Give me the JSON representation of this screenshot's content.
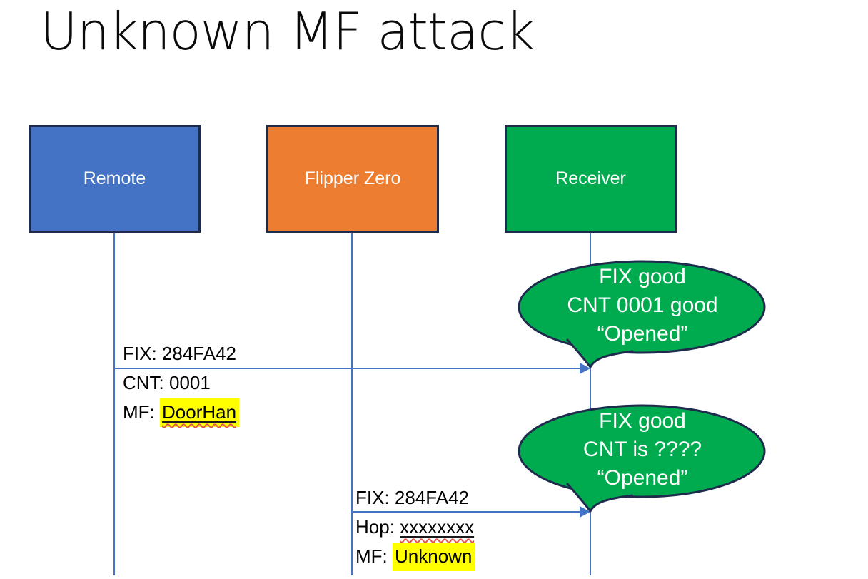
{
  "title": "Unknown MF attack",
  "actors": [
    {
      "label": "Remote",
      "fill": "#4472C4"
    },
    {
      "label": "Flipper Zero",
      "fill": "#ED7D31"
    },
    {
      "label": "Receiver",
      "fill": "#00AB50"
    }
  ],
  "message1": {
    "line1": "FIX: 284FA42",
    "line2": "CNT: 0001",
    "line3_prefix": "MF: ",
    "line3_value": "DoorHan"
  },
  "message2": {
    "line1": "FIX: 284FA42",
    "line2_prefix": "Hop: ",
    "line2_value": "xxxxxxxx",
    "line3_prefix": "MF: ",
    "line3_value": "Unknown"
  },
  "callout1": {
    "line1": "FIX good",
    "line2": "CNT 0001 good",
    "line3": "“Opened”"
  },
  "callout2": {
    "line1": "FIX good",
    "line2": "CNT is ????",
    "line3": "“Opened”"
  },
  "colors": {
    "remote_fill": "#4472C4",
    "flipper_fill": "#ED7D31",
    "receiver_fill": "#00AB50",
    "callout_fill": "#00AB50",
    "shape_outline": "#1E2B4D",
    "connector_line": "#4472C4",
    "highlight": "#FFFF00",
    "spellcheck_underline": "#E2574E",
    "title_text": "#0A0A0A",
    "actor_text": "#FFFFFF",
    "callout_text": "#FFFFFF"
  }
}
